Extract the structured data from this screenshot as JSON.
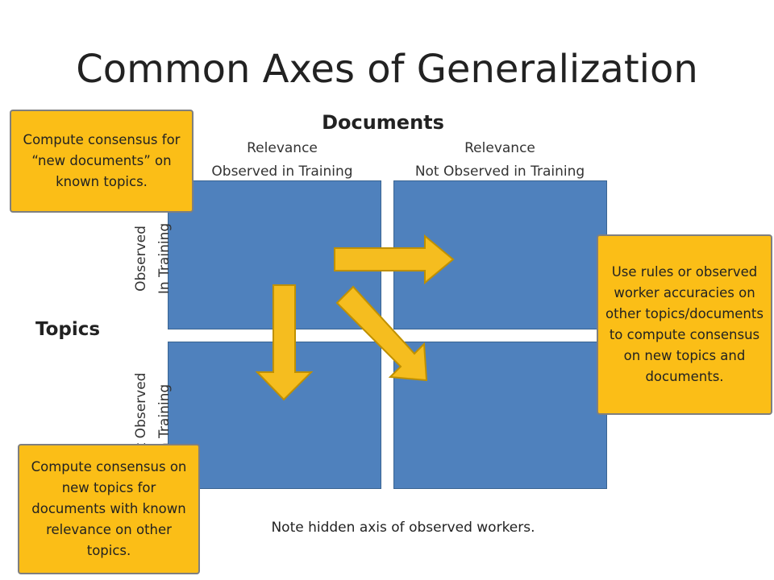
{
  "title": "Common Axes of Generalization",
  "axes": {
    "documents_label": "Documents",
    "topics_label": "Topics",
    "columns": [
      {
        "line1": "Relevance",
        "line2": "Observed in Training"
      },
      {
        "line1": "Relevance",
        "line2": "Not Observed in Training"
      }
    ],
    "rows": [
      {
        "line1": "Observed",
        "line2": "In Training"
      },
      {
        "line1": "Not Observed",
        "line2": "In Training"
      }
    ]
  },
  "callouts": {
    "top_left": "Compute consensus for “new documents” on known topics.",
    "right": "Use rules or observed worker accuracies on other topics/documents to compute consensus on new topics and documents.",
    "bottom_left": "Compute consensus on new topics for documents with known relevance on other topics."
  },
  "note": "Note hidden axis of observed workers.",
  "colors": {
    "quadrant": "#4f81bd",
    "arrow": "#f5bd1f",
    "callout": "#fbbe17"
  }
}
